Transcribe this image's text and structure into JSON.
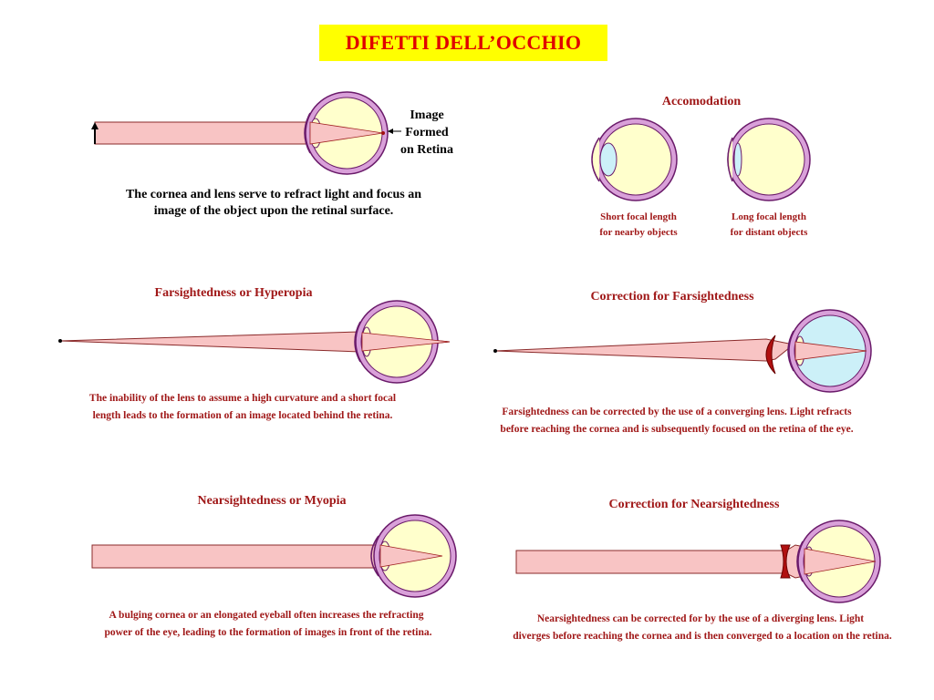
{
  "title": "DIFETTI DELL’OCCHIO",
  "normal_eye": {
    "callout": [
      "Image",
      "Formed",
      "on Retina"
    ],
    "caption": [
      "The cornea and lens serve to refract light and focus an",
      "image of the object upon the retinal surface."
    ]
  },
  "accommodation": {
    "heading": "Accomodation",
    "left_caption": [
      "Short focal length",
      "for nearby objects"
    ],
    "right_caption": [
      "Long focal length",
      "for distant objects"
    ]
  },
  "farsightedness": {
    "heading": "Farsightedness or Hyperopia",
    "caption": [
      "The inability of the lens to assume a high curvature and a short focal",
      "length leads to the formation of an image located behind the retina."
    ]
  },
  "correction_far": {
    "heading": "Correction for Farsightedness",
    "caption": [
      "Farsightedness can be corrected by the use of a converging lens.  Light refracts",
      "before reaching the cornea and is subsequently focused on the retina of the eye."
    ]
  },
  "nearsightedness": {
    "heading": "Nearsightedness or Myopia",
    "caption": [
      "A bulging cornea or an elongated eyeball often increases the refracting",
      "power of the eye, leading to the formation of images in front of the retina."
    ]
  },
  "correction_near": {
    "heading": "Correction for Nearsightedness",
    "caption": [
      "Nearsightedness can be corrected for by the use of a diverging lens.  Light",
      "diverges before reaching the cornea and is then converged to a location on the retina."
    ]
  },
  "colors": {
    "title_bg": "#ffff00",
    "title_text": "#e00000",
    "label_text": "#a01818",
    "eye_outline": "#8a2a8a",
    "eye_fill": "#ffffcc",
    "corrected_eye_fill": "#ccf0f8",
    "ray_fill": "#f8c4c4",
    "lens": "#b01010"
  }
}
